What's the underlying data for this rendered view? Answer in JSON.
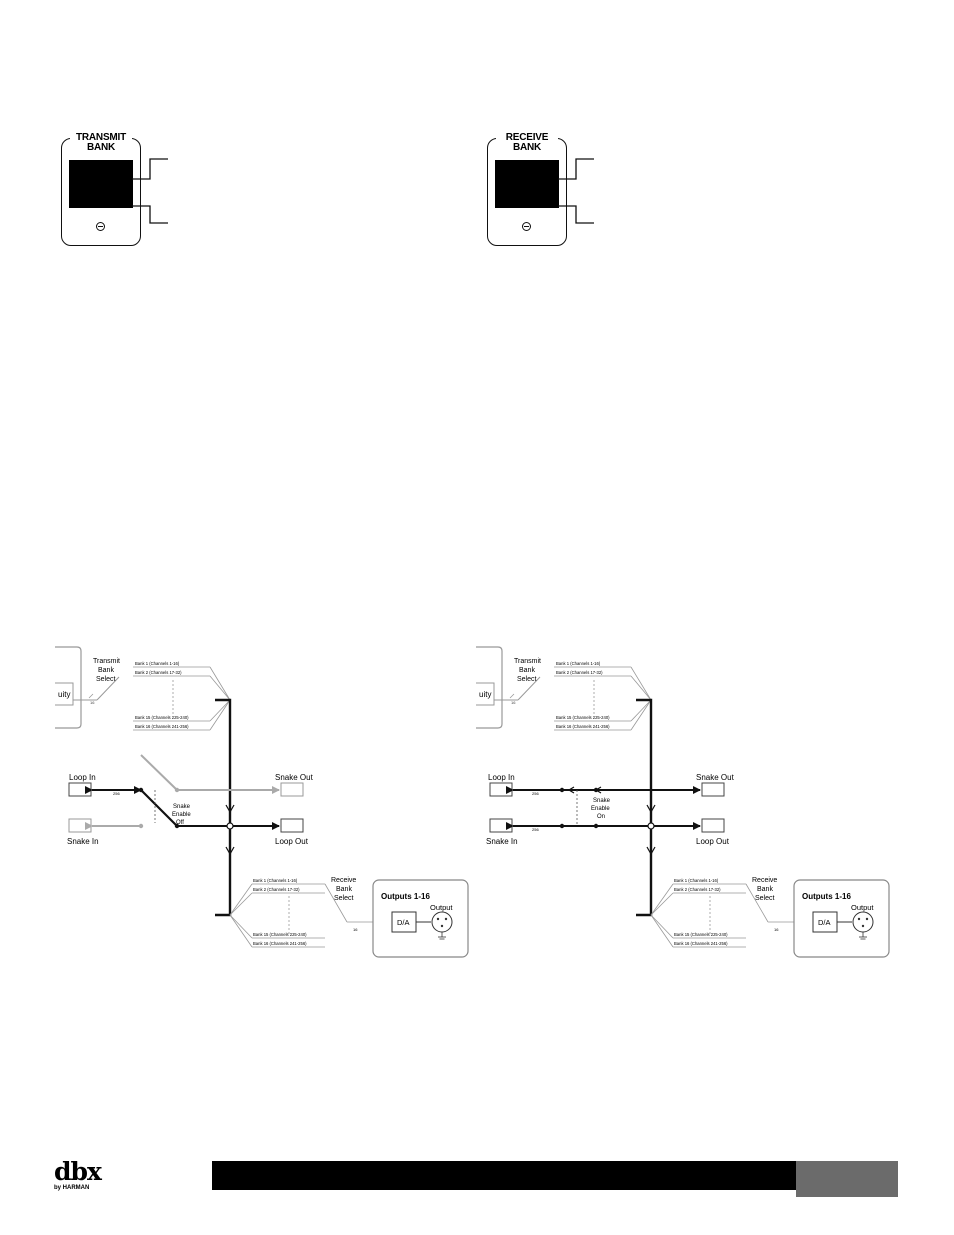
{
  "transmit_panel": {
    "title_line1": "TRANSMIT",
    "title_line2": "BANK"
  },
  "receive_panel": {
    "title_line1": "RECEIVE",
    "title_line2": "BANK"
  },
  "diagram_left": {
    "transmit_select": [
      "Transmit",
      "Bank",
      "Select"
    ],
    "bank_labels_top": [
      "Bank 1 (Channels 1-16)",
      "Bank 2 (Channels 17-32)",
      "Bank 15 (Channels 225-240)",
      "Bank 16 (Channels 241-256)"
    ],
    "bank_labels_bottom": [
      "Bank 1 (Channels 1-16)",
      "Bank 2 (Channels 17-32)",
      "Bank 15 (Channels 225-240)",
      "Bank 16 (Channels 241-256)"
    ],
    "loop_in": "Loop In",
    "snake_in": "Snake In",
    "snake_out": "Snake Out",
    "loop_out": "Loop Out",
    "snake_enable": [
      "Snake",
      "Enable",
      "Off"
    ],
    "receive_select": [
      "Receive",
      "Bank",
      "Select"
    ],
    "outputs_title": "Outputs 1-16",
    "da": "D/A",
    "output": "Output",
    "wire_256": "256",
    "wire_16a": "16",
    "wire_16b": "16",
    "input_frag": "uity"
  },
  "diagram_right": {
    "transmit_select": [
      "Transmit",
      "Bank",
      "Select"
    ],
    "bank_labels_top": [
      "Bank 1 (Channels 1-16)",
      "Bank 2 (Channels 17-32)",
      "Bank 15 (Channels 225-240)",
      "Bank 16 (Channels 241-256)"
    ],
    "bank_labels_bottom": [
      "Bank 1 (Channels 1-16)",
      "Bank 2 (Channels 17-32)",
      "Bank 15 (Channels 225-240)",
      "Bank 16 (Channels 241-256)"
    ],
    "loop_in": "Loop In",
    "snake_in": "Snake In",
    "snake_out": "Snake Out",
    "loop_out": "Loop Out",
    "snake_enable": [
      "Snake",
      "Enable",
      "On"
    ],
    "receive_select": [
      "Receive",
      "Bank",
      "Select"
    ],
    "outputs_title": "Outputs 1-16",
    "da": "D/A",
    "output": "Output",
    "wire_256a": "256",
    "wire_256b": "256",
    "wire_16a": "16",
    "wire_16b": "16",
    "input_frag": "uity"
  },
  "footer": {
    "logo": "dbx",
    "logo_sub": "by HARMAN"
  }
}
